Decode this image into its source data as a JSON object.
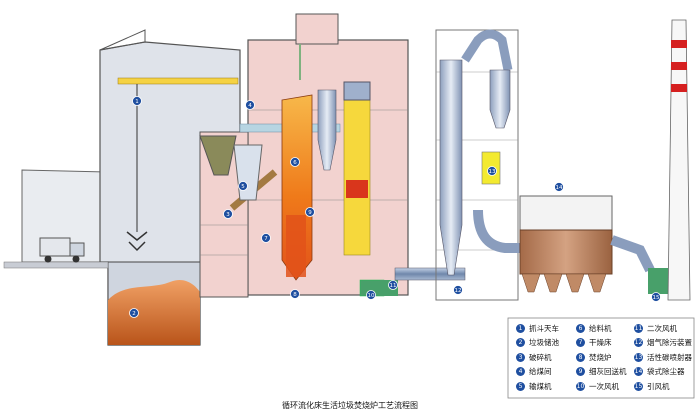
{
  "caption": "循环流化床生活垃圾焚烧炉工艺流程图",
  "colors": {
    "building": "#f2d2cf",
    "building_outline": "#555555",
    "pit": "#c8d0e0",
    "garbage": "#b9541a",
    "furnace_orange": "#ef7a1a",
    "furnace_yellow": "#f6d83c",
    "duct": "#8aa0c0",
    "filter": "#b57a55",
    "legend_badge": "#1f4fa0"
  },
  "callouts": [
    {
      "num": "1",
      "icon": "crane-marker"
    },
    {
      "num": "2",
      "icon": "pit-marker"
    },
    {
      "num": "3",
      "icon": "crusher-marker"
    },
    {
      "num": "4",
      "icon": "feed-room-marker"
    },
    {
      "num": "5",
      "icon": "conveyor-marker"
    },
    {
      "num": "6",
      "icon": "feeder-marker"
    },
    {
      "num": "7",
      "icon": "dryer-marker"
    },
    {
      "num": "8",
      "icon": "furnace-marker"
    },
    {
      "num": "9",
      "icon": "ash-return-marker"
    },
    {
      "num": "10",
      "icon": "primary-fan-marker"
    },
    {
      "num": "11",
      "icon": "secondary-fan-marker"
    },
    {
      "num": "12",
      "icon": "scrubber-marker"
    },
    {
      "num": "13",
      "icon": "carbon-injector-marker"
    },
    {
      "num": "14",
      "icon": "bag-filter-marker"
    },
    {
      "num": "15",
      "icon": "induced-fan-marker"
    }
  ],
  "legend": [
    {
      "num": "1",
      "label": "抓斗天车"
    },
    {
      "num": "2",
      "label": "垃圾储池"
    },
    {
      "num": "3",
      "label": "破碎机"
    },
    {
      "num": "4",
      "label": "给煤间"
    },
    {
      "num": "5",
      "label": "输煤机"
    },
    {
      "num": "6",
      "label": "给料机"
    },
    {
      "num": "7",
      "label": "干燥床"
    },
    {
      "num": "8",
      "label": "焚烧炉"
    },
    {
      "num": "9",
      "label": "细灰回送机"
    },
    {
      "num": "10",
      "label": "一次风机"
    },
    {
      "num": "11",
      "label": "二次风机"
    },
    {
      "num": "12",
      "label": "烟气除污装置"
    },
    {
      "num": "13",
      "label": "活性碳喷射器"
    },
    {
      "num": "14",
      "label": "袋式除尘器"
    },
    {
      "num": "15",
      "label": "引风机"
    }
  ]
}
